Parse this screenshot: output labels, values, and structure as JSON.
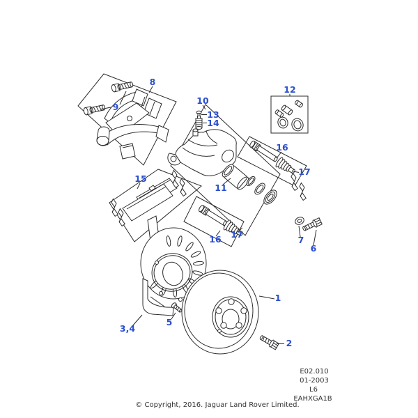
{
  "figure": {
    "type": "exploded-parts-diagram",
    "subject": "front brake caliper and disc assembly",
    "callouts": [
      {
        "text": "8"
      },
      {
        "text": "9"
      },
      {
        "text": "10"
      },
      {
        "text": "13"
      },
      {
        "text": "14"
      },
      {
        "text": "12"
      },
      {
        "text": "16"
      },
      {
        "text": "17"
      },
      {
        "text": "15"
      },
      {
        "text": "11"
      },
      {
        "text": "16"
      },
      {
        "text": "17"
      },
      {
        "text": "7"
      },
      {
        "text": "6"
      },
      {
        "text": "3,4"
      },
      {
        "text": "5"
      },
      {
        "text": "1"
      },
      {
        "text": "2"
      }
    ],
    "code_block": {
      "lines": [
        "E02.010",
        "01-2003",
        "L6",
        "EAHXGA1B"
      ]
    },
    "copyright": "© Copyright, 2016. Jaguar Land Rover Limited.",
    "colors": {
      "callout_blue": "#2b4fcc",
      "line_black": "#2b2b2b",
      "background": "#ffffff",
      "small_text": "#333333"
    }
  }
}
